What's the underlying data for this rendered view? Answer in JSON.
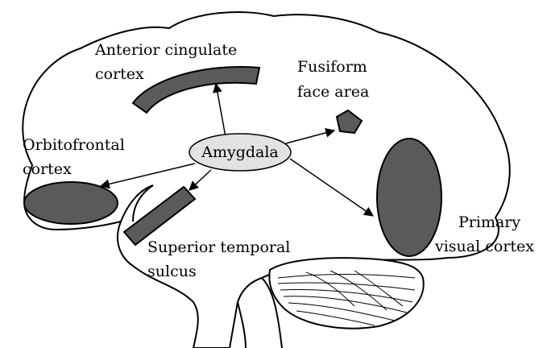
{
  "colors": {
    "region_fill": "#5a5a5a",
    "amygdala_fill": "#e2e2e2",
    "outline": "#000000",
    "background": "#ffffff"
  },
  "amygdala": {
    "label": "Amygdala"
  },
  "regions": {
    "acc": {
      "line1": "Anterior cingulate",
      "line2": "cortex"
    },
    "ffa": {
      "line1": "Fusiform",
      "line2": "face area"
    },
    "ofc": {
      "line1": "Orbitofrontal",
      "line2": "cortex"
    },
    "sts": {
      "line1": "Superior temporal",
      "line2": "sulcus"
    },
    "v1": {
      "line1": "Primary",
      "line2": "visual cortex"
    }
  }
}
